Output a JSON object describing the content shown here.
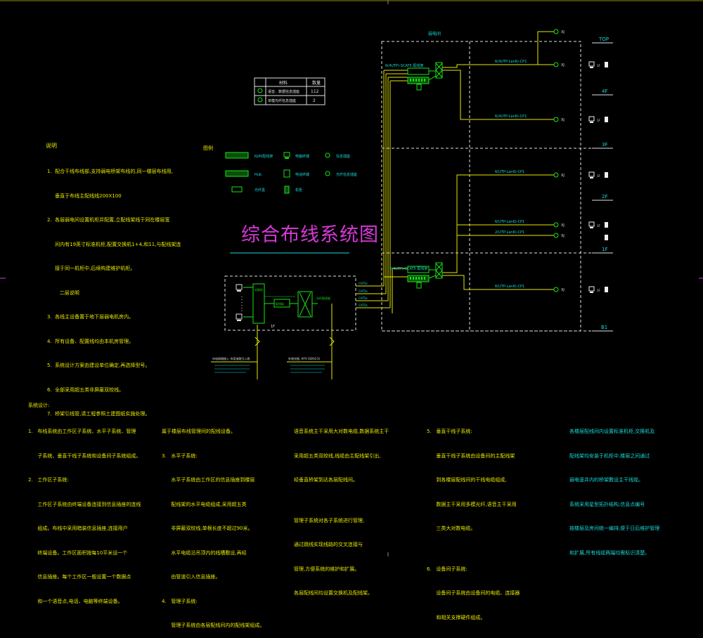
{
  "diagram": {
    "title": "综合布线系统图",
    "legend_section_label": "图例",
    "floor_labels": [
      "TOP",
      "4F",
      "3F",
      "2F",
      "1F",
      "B1"
    ],
    "table": {
      "headers": [
        "材料",
        "数量"
      ],
      "rows": [
        {
          "name": "语音、数据信息插座",
          "qty": "112"
        },
        {
          "name": "单模光纤信息插座",
          "qty": "2"
        }
      ]
    },
    "legend_items": [
      {
        "icon": "patch-panel-icon",
        "label": "RJ45配线架"
      },
      {
        "icon": "computer-icon",
        "label": "电脑终端"
      },
      {
        "icon": "outlet-icon",
        "label": "信息插座"
      },
      {
        "icon": "hub-icon",
        "label": "Hub"
      },
      {
        "icon": "phone-icon",
        "label": "电话终端"
      },
      {
        "icon": "fiber-outlet-icon",
        "label": "光纤信息插座"
      },
      {
        "icon": "fiber-box-icon",
        "label": "光纤盒"
      },
      {
        "icon": "cabinet-icon",
        "label": "机柜"
      }
    ],
    "riser_label": "弱电间",
    "cable_labels_top": [
      "6(4UTP)-SCAT5 配线架",
      "6(4UTP-Lan6)-CP1",
      "6(4UTP-Lan6)-CP1"
    ],
    "cable_labels_mid": [
      "6(UTP-Lan6)-CP1",
      "6(UTP-Lan6)-CP1",
      "2(UTP-Lan6)-CP1"
    ],
    "cable_labels_low": [
      "2(4UTP)-SCAT5 配线架",
      "6(UTP-Lan6)-CP1"
    ],
    "outlet_codes": [
      "XJ",
      "XJ",
      "XJ",
      "XJ",
      "XJ",
      "XJ",
      "XJ"
    ],
    "computer_labels": [
      "1F",
      "1F",
      "1F",
      "1F",
      "1F",
      "1F"
    ],
    "room_labels": {
      "main_cabinet": "1F 机房",
      "switch": "交换机",
      "fiber": "光纤配线架",
      "patch": "配线架",
      "floor_b": "1F"
    },
    "trunk_labels": [
      "CAT5e",
      "CAT5e",
      "CAT5e",
      "CAT5e"
    ],
    "incoming_label_1": "市电网络接入 市话电缆引入线",
    "incoming_label_2": "外线光缆, HYV-10X(0.5)",
    "colors": {
      "yellow": "#e8e800",
      "green": "#16e516",
      "cyan": "#19d9d9",
      "magenta": "#d638d6",
      "white": "#f0f0f0"
    }
  },
  "notes_left": {
    "heading": "说明",
    "lines": [
      "1.  配合干线布线部,支持弱电桥架布线的,同一楼层布线用,",
      "     垂直于布线主配线线200X100",
      "2.  各层弱电间设置机柜并配置,立配线架线于同在楼层宽",
      "     间内有19英寸标准机柜,配置交换机1+4,和11,与配线架连",
      "     接于同一机柜中,后续构建维护机柜。",
      "        二层说明",
      "3.  各线主设备置于地下层弱电机房内。",
      "4.  所有设备、配置线均由本机房管理。",
      "5.  系统设计方案由建设单位确定,再选择型号。",
      "6.  全部采用超五类非屏蔽双绞线。",
      "7.  桥架引线管,请工程参照土建图纸实施处理。"
    ]
  },
  "notes_bottom": {
    "col1": {
      "heading": "系统设计:",
      "lines": [
        "1.   布线系统由工作区子系统、水平子系统、管理",
        "      子系统、垂直干线子系统和设备间子系统组成。",
        "2.   工作区子系统:",
        "      工作区子系统由终端设备连接到信息插座的连线",
        "      组成。布线中采用暗装信息插座,连接用户",
        "      终端设备。工作区面积按每10平米设一个",
        "      信息插座。每个工作区一般设置一个数据点",
        "      和一个语音点,电话、电脑等终端设备。"
      ]
    },
    "col2": {
      "lines": [
        "属于楼层布线管理间的配线设备。",
        "3.   水平子系统:",
        "      水平子系统由工作区的信息插座到楼层",
        "      配线架的水平电缆组成,采用超五类",
        "      非屏蔽双绞线,单根长度不超过90米。",
        "      水平电缆沿吊顶内的线槽敷设,再经",
        "      由管道引入信息插座。",
        "4.   管理子系统:",
        "      管理子系统由各层配线间内的配线架组成。"
      ]
    },
    "col3": {
      "lines": [
        "语音系统主干采用大对数电缆,数据系统主干",
        "采用超五类双绞线,线缆由主配线架引出,",
        "经垂直桥架到达各层配线间。",
        "",
        "管理子系统对各子系统进行管理,",
        "通过跳线实现线路的交叉连接与",
        "管理,方便系统的维护和扩展。",
        "各层配线间均设置交换机及配线架。"
      ]
    },
    "col4": {
      "lines": [
        "5.   垂直干线子系统:",
        "      垂直干线子系统由设备间的主配线架",
        "      到各楼层配线间的干线电缆组成,",
        "      数据主干采用多模光纤,语音主干采用",
        "      三类大对数电缆。",
        "",
        "6.   设备间子系统:",
        "      设备间子系统由设备间的电缆、连接器",
        "      和相关支撑硬件组成。"
      ]
    },
    "col5": {
      "lines": [
        "各楼层配线间内设置标准机柜,交换机及",
        "配线架均安装于机柜中,楼层之间通过",
        "弱电竖井内的桥架敷设主干线缆。",
        "系统采用星型拓扑结构,信息点编号",
        "按楼层及房间统一编排,便于日后维护管理",
        "和扩展,所有线缆两端均需标识清楚。"
      ]
    }
  }
}
